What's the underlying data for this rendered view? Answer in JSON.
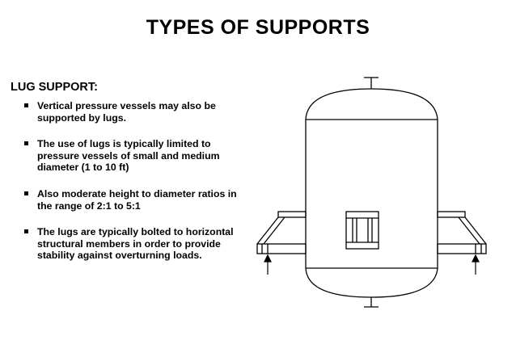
{
  "slide": {
    "title": "TYPES OF SUPPORTS",
    "section_heading": "LUG SUPPORT:",
    "bullets": [
      "Vertical pressure vessels may also be supported by lugs.",
      "The use of lugs is typically limited to pressure vessels of small and medium diameter (1 to 10 ft)",
      "Also moderate height to diameter ratios in the range of 2:1 to 5:1",
      "The lugs are typically bolted to horizontal structural members in order to provide stability against overturning loads."
    ]
  },
  "diagram": {
    "subject": "vertical pressure vessel on lug supports",
    "line_color": "#000000"
  }
}
